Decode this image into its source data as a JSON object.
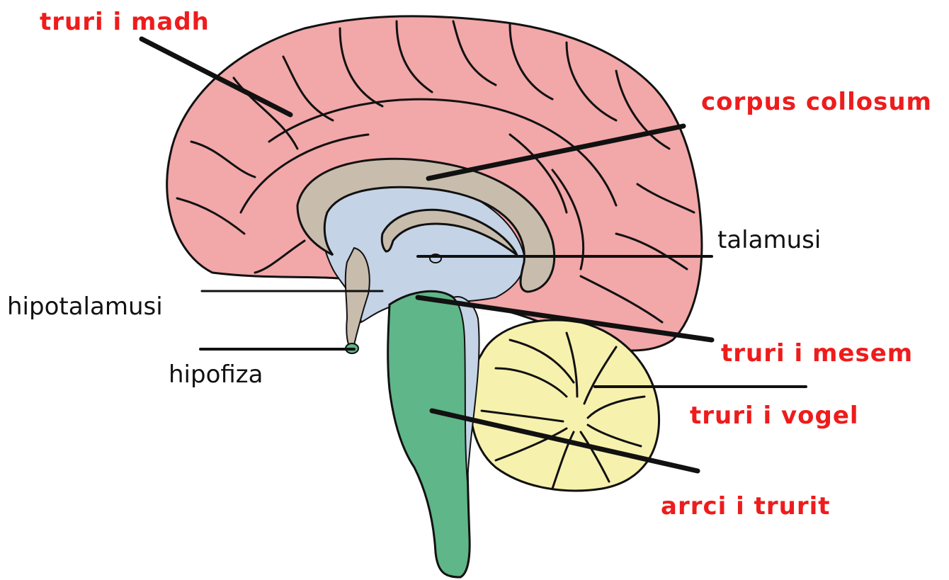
{
  "colors": {
    "cerebrum": "#f2a7a8",
    "corpus_callosum": "#c8bcac",
    "ventricle_area": "#c5d3e6",
    "brainstem": "#5fb688",
    "cerebellum": "#f7f1ae",
    "outline": "#111111",
    "label_red": "#ee1c1c",
    "label_black": "#111111"
  },
  "labels": {
    "cerebrum": "truri i madh",
    "corpus_callosum": "corpus collosum",
    "thalamus": "talamusi",
    "hypothalamus": "hipotalamusi",
    "pituitary": "hipofiza",
    "midbrain": "truri i mesem",
    "cerebellum": "truri i vogel",
    "brainstem": "arrci i trurit"
  }
}
